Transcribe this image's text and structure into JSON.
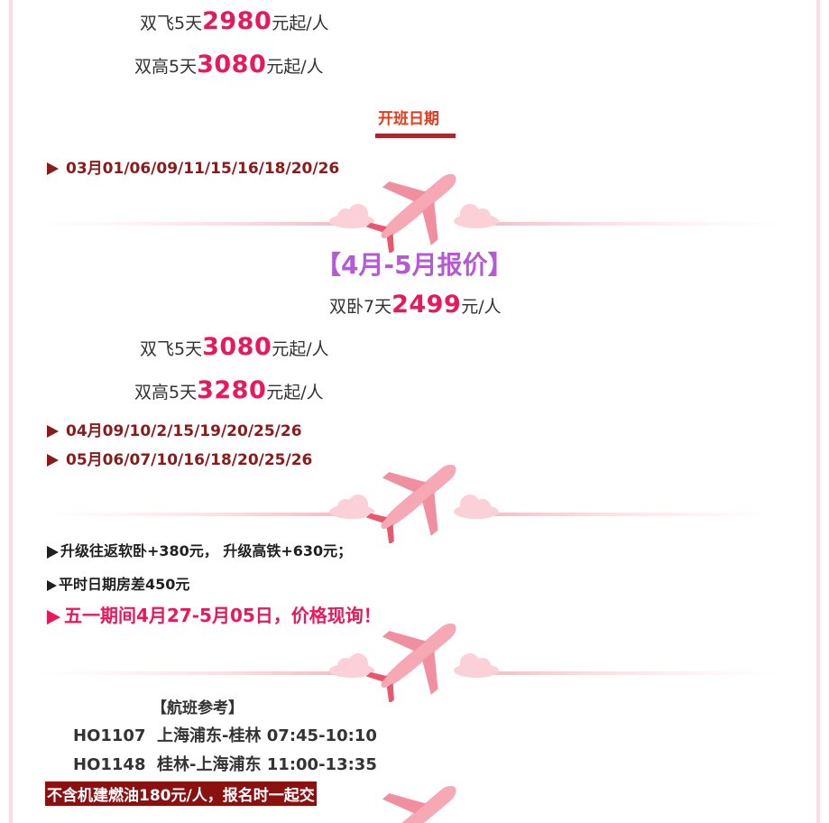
{
  "top_prices": [
    {
      "label": "双飞5天",
      "price": "2980",
      "suffix": "元起/人"
    },
    {
      "label": "双高5天",
      "price": "3080",
      "suffix": "元起/人"
    }
  ],
  "schedule_title": "开班日期",
  "march_dates": "03月01/06/09/11/15/16/18/20/26",
  "period_title": "【4月-5月报价】",
  "period_prices": [
    {
      "label": "双卧7天",
      "price": "2499",
      "suffix": "元/人"
    },
    {
      "label": "双飞5天",
      "price": "3080",
      "suffix": "元起/人"
    },
    {
      "label": "双高5天",
      "price": "3280",
      "suffix": "元起/人"
    }
  ],
  "april_dates": "04月09/10/2/15/19/20/25/26",
  "may_dates": "05月06/07/10/16/18/20/25/26",
  "notes": {
    "upgrade": "升级往返软卧+380元， 升级高铁+630元；",
    "room_diff": "平时日期房差450元",
    "holiday": "五一期间4月27-5月05日，价格现询！"
  },
  "flights": {
    "heading": "【航班参考】",
    "rows": [
      {
        "code": "HO1107",
        "route": "上海浦东-桂林",
        "time": "07:45-10:10"
      },
      {
        "code": "HO1148",
        "route": "桂林-上海浦东",
        "time": "11:00-13:35"
      }
    ]
  },
  "fuel_note": "不含机建燃油180元/人，报名时一起交",
  "colors": {
    "price": "#e8195a",
    "date": "#8b1a1a",
    "period": "#b45ad2",
    "banner": "#8b1010",
    "frame": "#fbdde4"
  }
}
